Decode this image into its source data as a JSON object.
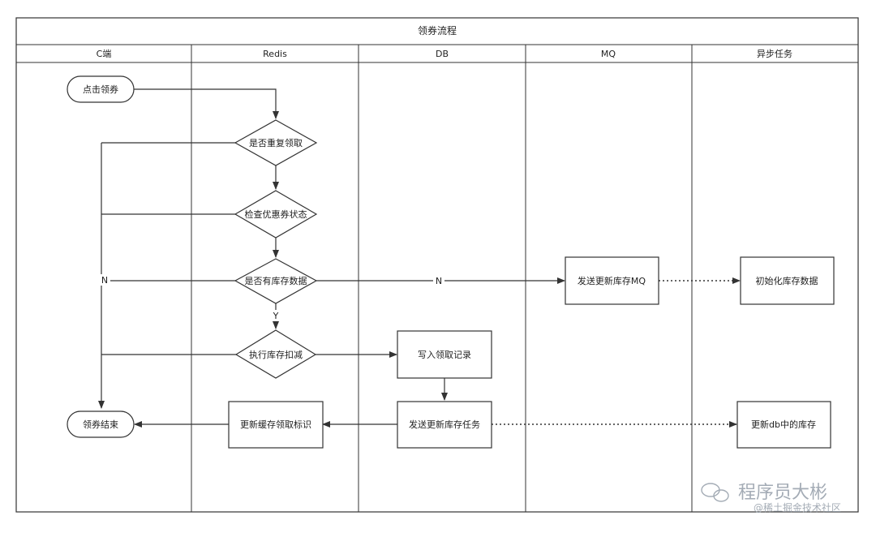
{
  "title": "领券流程",
  "lanes": [
    "C端",
    "Redis",
    "DB",
    "MQ",
    "异步任务"
  ],
  "nodes": {
    "start": "点击领券",
    "d_repeat": "是否重复领取",
    "d_status": "检查优惠券状态",
    "d_stock": "是否有库存数据",
    "d_deduct": "执行库存扣减",
    "write_record": "写入领取记录",
    "send_task": "发送更新库存任务",
    "update_cache": "更新缓存领取标识",
    "end": "领券结束",
    "send_mq": "发送更新库存MQ",
    "init_stock": "初始化库存数据",
    "update_db": "更新db中的库存"
  },
  "edge_labels": {
    "no_left": "N",
    "no_right": "N",
    "yes": "Y"
  },
  "watermark": {
    "main": "程序员大彬",
    "sub": "@稀土掘金技术社区"
  },
  "colors": {
    "stroke": "#333333",
    "background": "#ffffff",
    "watermark": "#9aa3ad"
  }
}
